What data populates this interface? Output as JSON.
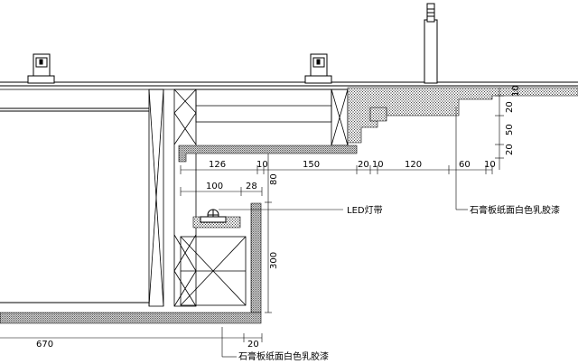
{
  "drawing": {
    "dimensions": {
      "top_126": "126",
      "top_10a": "10",
      "top_150": "150",
      "top_20_10": "20 10",
      "top_120": "120",
      "top_60": "60",
      "top_10b": "10",
      "left_100": "100",
      "left_28": "28",
      "v_80": "80",
      "v_300": "300",
      "right_20a": "20",
      "right_50": "50",
      "right_20b": "20",
      "right_10": "10",
      "bottom_670": "670",
      "bottom_20": "20"
    },
    "labels": {
      "led": "LED灯带",
      "right_note": "石膏板纸面白色乳胶漆",
      "bottom_note": "石膏板纸面白色乳胶漆"
    }
  }
}
